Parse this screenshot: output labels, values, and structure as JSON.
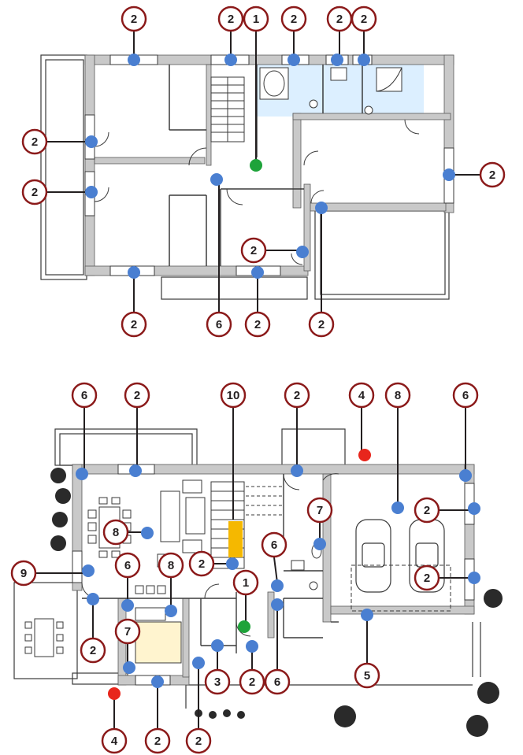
{
  "colors": {
    "wall": "#c9c9c9",
    "wall_edge": "#5a5a5a",
    "line": "#3a3a3a",
    "callout_ring": "#8b1a1a",
    "marker_blue": "#4a7fd1",
    "marker_green": "#1ea33a",
    "marker_red": "#e8261c",
    "stair_yellow": "#f5b800",
    "bath_tint": "#dcefff",
    "kitchen_tint": "#fff4cf"
  },
  "upper_floor": {
    "callouts": [
      {
        "label": "2",
        "marker": "blue"
      },
      {
        "label": "2",
        "marker": "blue"
      },
      {
        "label": "2",
        "marker": "blue"
      },
      {
        "label": "2",
        "marker": "blue"
      },
      {
        "label": "2",
        "marker": "blue"
      },
      {
        "label": "1",
        "marker": "green"
      },
      {
        "label": "2",
        "marker": "blue"
      },
      {
        "label": "2",
        "marker": "blue"
      },
      {
        "label": "2",
        "marker": "blue"
      },
      {
        "label": "2",
        "marker": "blue"
      },
      {
        "label": "2",
        "marker": "blue"
      },
      {
        "label": "6",
        "marker": "blue"
      },
      {
        "label": "2",
        "marker": "blue"
      },
      {
        "label": "2",
        "marker": "blue"
      }
    ]
  },
  "ground_floor": {
    "callouts": [
      {
        "label": "6",
        "marker": "blue"
      },
      {
        "label": "2",
        "marker": "blue"
      },
      {
        "label": "10",
        "marker": "none"
      },
      {
        "label": "2",
        "marker": "blue"
      },
      {
        "label": "4",
        "marker": "red"
      },
      {
        "label": "8",
        "marker": "blue"
      },
      {
        "label": "6",
        "marker": "blue"
      },
      {
        "label": "8",
        "marker": "blue"
      },
      {
        "label": "7",
        "marker": "blue"
      },
      {
        "label": "2",
        "marker": "blue"
      },
      {
        "label": "2",
        "marker": "blue"
      },
      {
        "label": "6",
        "marker": "blue"
      },
      {
        "label": "2",
        "marker": "blue"
      },
      {
        "label": "9",
        "marker": "blue"
      },
      {
        "label": "6",
        "marker": "blue"
      },
      {
        "label": "8",
        "marker": "blue"
      },
      {
        "label": "1",
        "marker": "green"
      },
      {
        "label": "2",
        "marker": "blue"
      },
      {
        "label": "7",
        "marker": "blue"
      },
      {
        "label": "6",
        "marker": "blue"
      },
      {
        "label": "3",
        "marker": "blue"
      },
      {
        "label": "2",
        "marker": "blue"
      },
      {
        "label": "5",
        "marker": "blue"
      },
      {
        "label": "4",
        "marker": "red"
      },
      {
        "label": "2",
        "marker": "blue"
      },
      {
        "label": "2",
        "marker": "blue"
      }
    ]
  }
}
